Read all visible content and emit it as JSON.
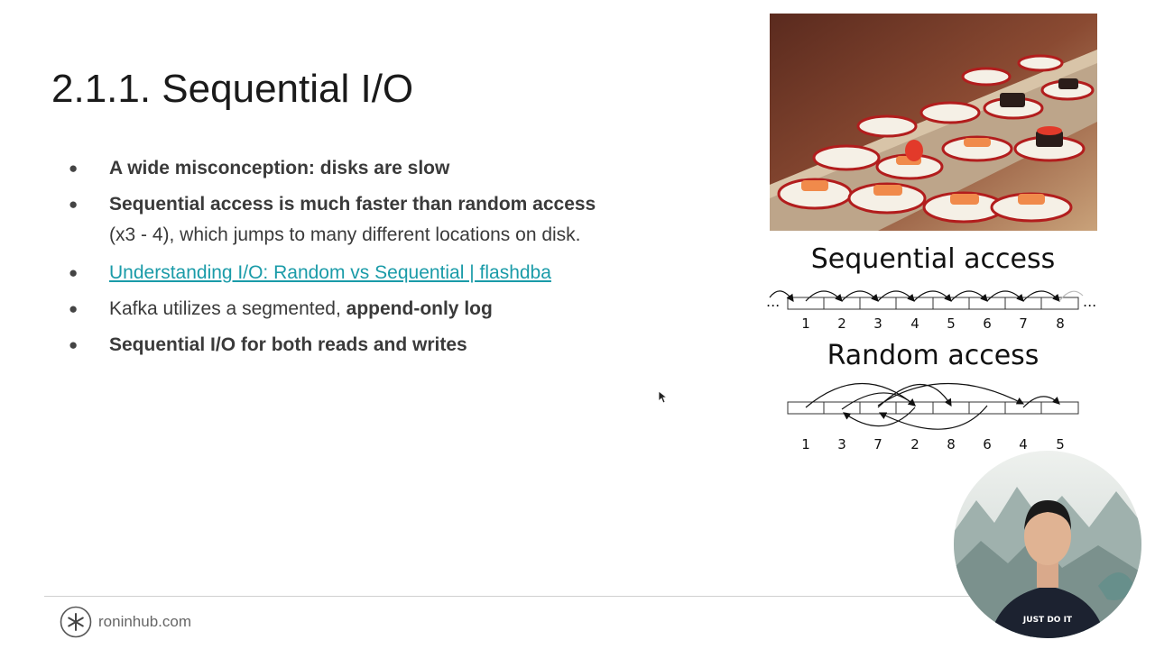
{
  "slide": {
    "title": "2.1.1. Sequential I/O",
    "bullets": [
      {
        "bold": "A wide misconception: disks are slow"
      },
      {
        "bold": "Sequential access is much faster than random access",
        "rest": "(x3 - 4), which jumps to many different locations on disk."
      },
      {
        "link": "Understanding I/O: Random vs Sequential | flashdba"
      },
      {
        "plain": "Kafka utilizes a segmented, ",
        "bold": "append-only log"
      },
      {
        "bold": "Sequential I/O for both reads and writes"
      }
    ]
  },
  "diagram": {
    "sequential_title": "Sequential access",
    "random_title": "Random access",
    "ellipsis": "...",
    "sequential_labels": [
      "1",
      "2",
      "3",
      "4",
      "5",
      "6",
      "7",
      "8"
    ],
    "random_labels": [
      "1",
      "3",
      "7",
      "2",
      "8",
      "6",
      "4",
      "5"
    ]
  },
  "image": {
    "subject": "conveyor-belt-sushi-photo"
  },
  "footer": {
    "site": "roninhub.com",
    "logo_icon": "asterisk-circle-icon"
  },
  "presenter": {
    "shirt_text": "JUST DO IT"
  },
  "colors": {
    "link": "#1a9ba8",
    "text": "#3a3a3a",
    "title": "#1a1a1a"
  }
}
